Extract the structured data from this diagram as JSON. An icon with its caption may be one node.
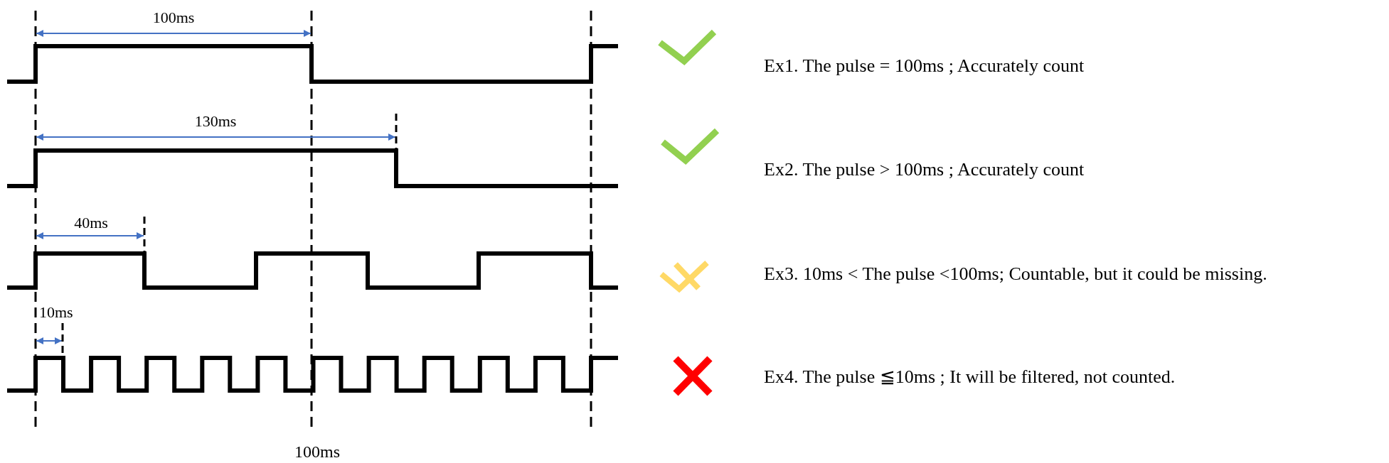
{
  "diagram": {
    "labels": [
      "100ms",
      "Ex1. The pulse = 100ms ; Accurately count",
      "130ms",
      "Ex2. The pulse > 100ms ; Accurately count",
      "40ms",
      "Ex3. 10ms < The pulse <100ms; Countable, but it could be missing.",
      "10ms",
      "Ex4. The pulse ≦10ms ; It will be filtered, not counted.",
      "100ms"
    ]
  }
}
